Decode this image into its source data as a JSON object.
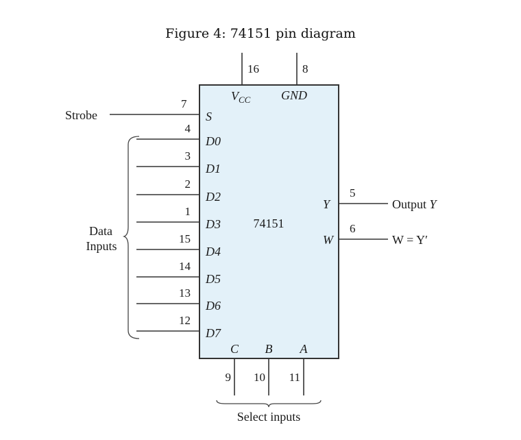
{
  "caption": "Figure 4: 74151 pin diagram",
  "chip": {
    "part_number": "74151",
    "fill_color": "#e3f1f9",
    "border_color": "#333333"
  },
  "power": {
    "vcc_label": "V",
    "vcc_sub": "CC",
    "vcc_pin": "16",
    "gnd_label": "GND",
    "gnd_pin": "8"
  },
  "strobe": {
    "external_label": "Strobe",
    "pin_label": "S",
    "pin": "7"
  },
  "data_inputs": {
    "group_label_line1": "Data",
    "group_label_line2": "Inputs",
    "pins": [
      {
        "label": "D0",
        "pin": "4"
      },
      {
        "label": "D1",
        "pin": "3"
      },
      {
        "label": "D2",
        "pin": "2"
      },
      {
        "label": "D3",
        "pin": "1"
      },
      {
        "label": "D4",
        "pin": "15"
      },
      {
        "label": "D5",
        "pin": "14"
      },
      {
        "label": "D6",
        "pin": "13"
      },
      {
        "label": "D7",
        "pin": "12"
      }
    ]
  },
  "outputs": [
    {
      "pin_label": "Y",
      "pin": "5",
      "external_label": "Output Y",
      "external_text": "Output ",
      "external_var": "Y"
    },
    {
      "pin_label": "W",
      "pin": "6",
      "external_label": "W = Y′",
      "external_text": "W = Y′"
    }
  ],
  "select_inputs": {
    "group_label": "Select inputs",
    "pins": [
      {
        "label": "C",
        "pin": "9"
      },
      {
        "label": "B",
        "pin": "10"
      },
      {
        "label": "A",
        "pin": "11"
      }
    ]
  }
}
